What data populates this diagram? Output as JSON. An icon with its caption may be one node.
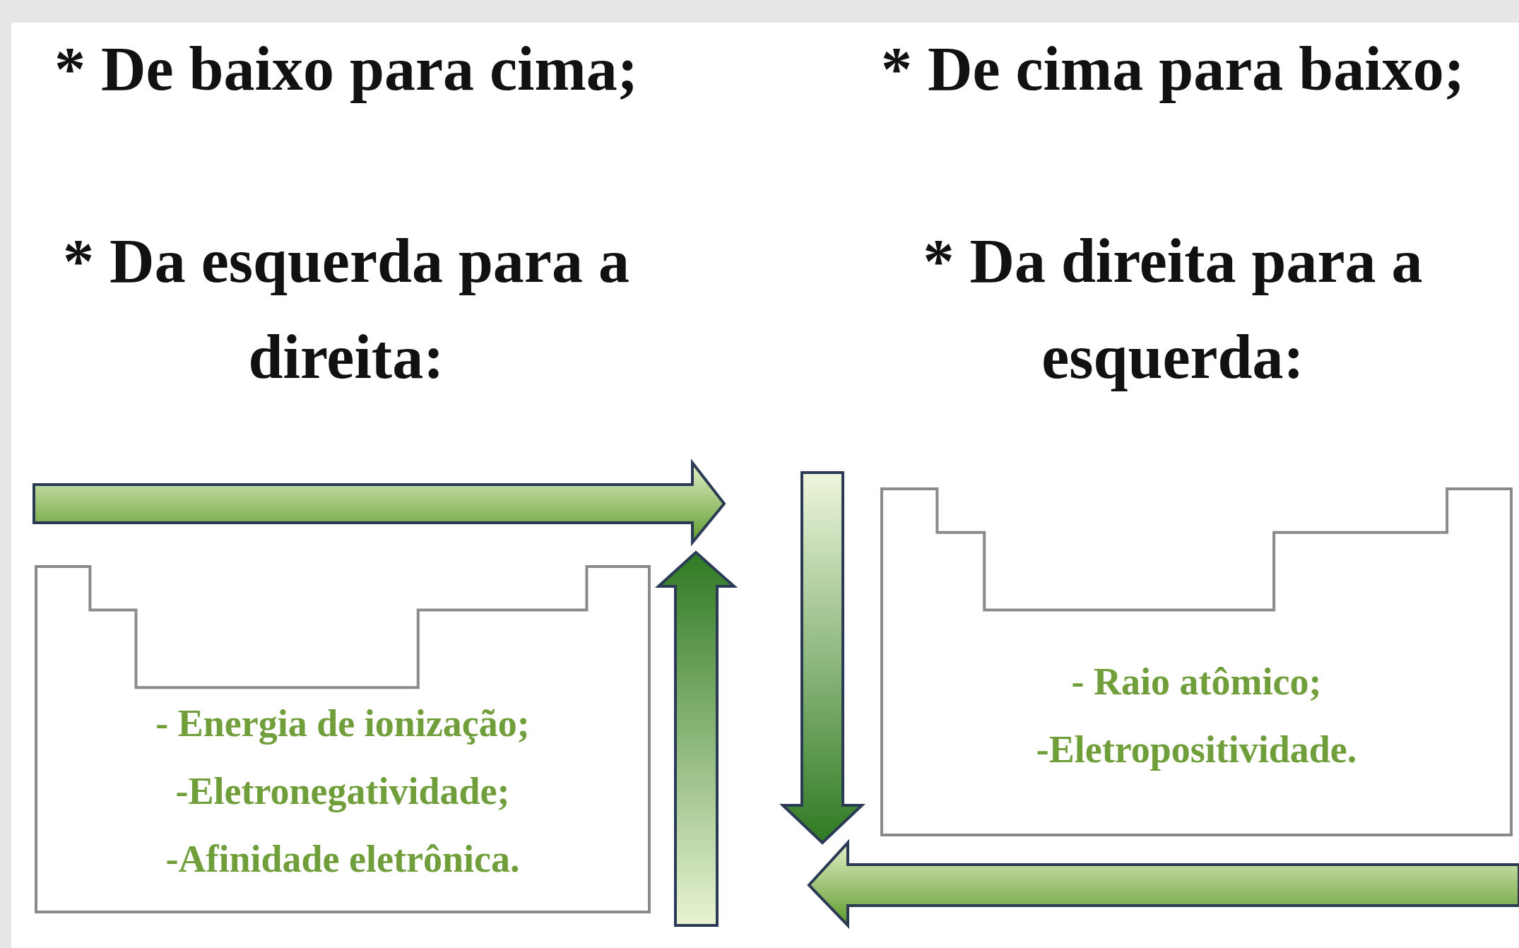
{
  "diagram": {
    "nodes": [
      {
        "text": [
          "- Energia de ionização;",
          "-Eletronegatividade;",
          "-Afinidade eletrônica."
        ]
      },
      {
        "text": [
          "- Raio atômico;",
          "-Eletropositividade."
        ]
      }
    ],
    "labels": [
      "* De baixo para cima;",
      "* Da esquerda para a direita:",
      "* De cima para baixo;",
      "* Da direita para a esquerda:"
    ]
  }
}
